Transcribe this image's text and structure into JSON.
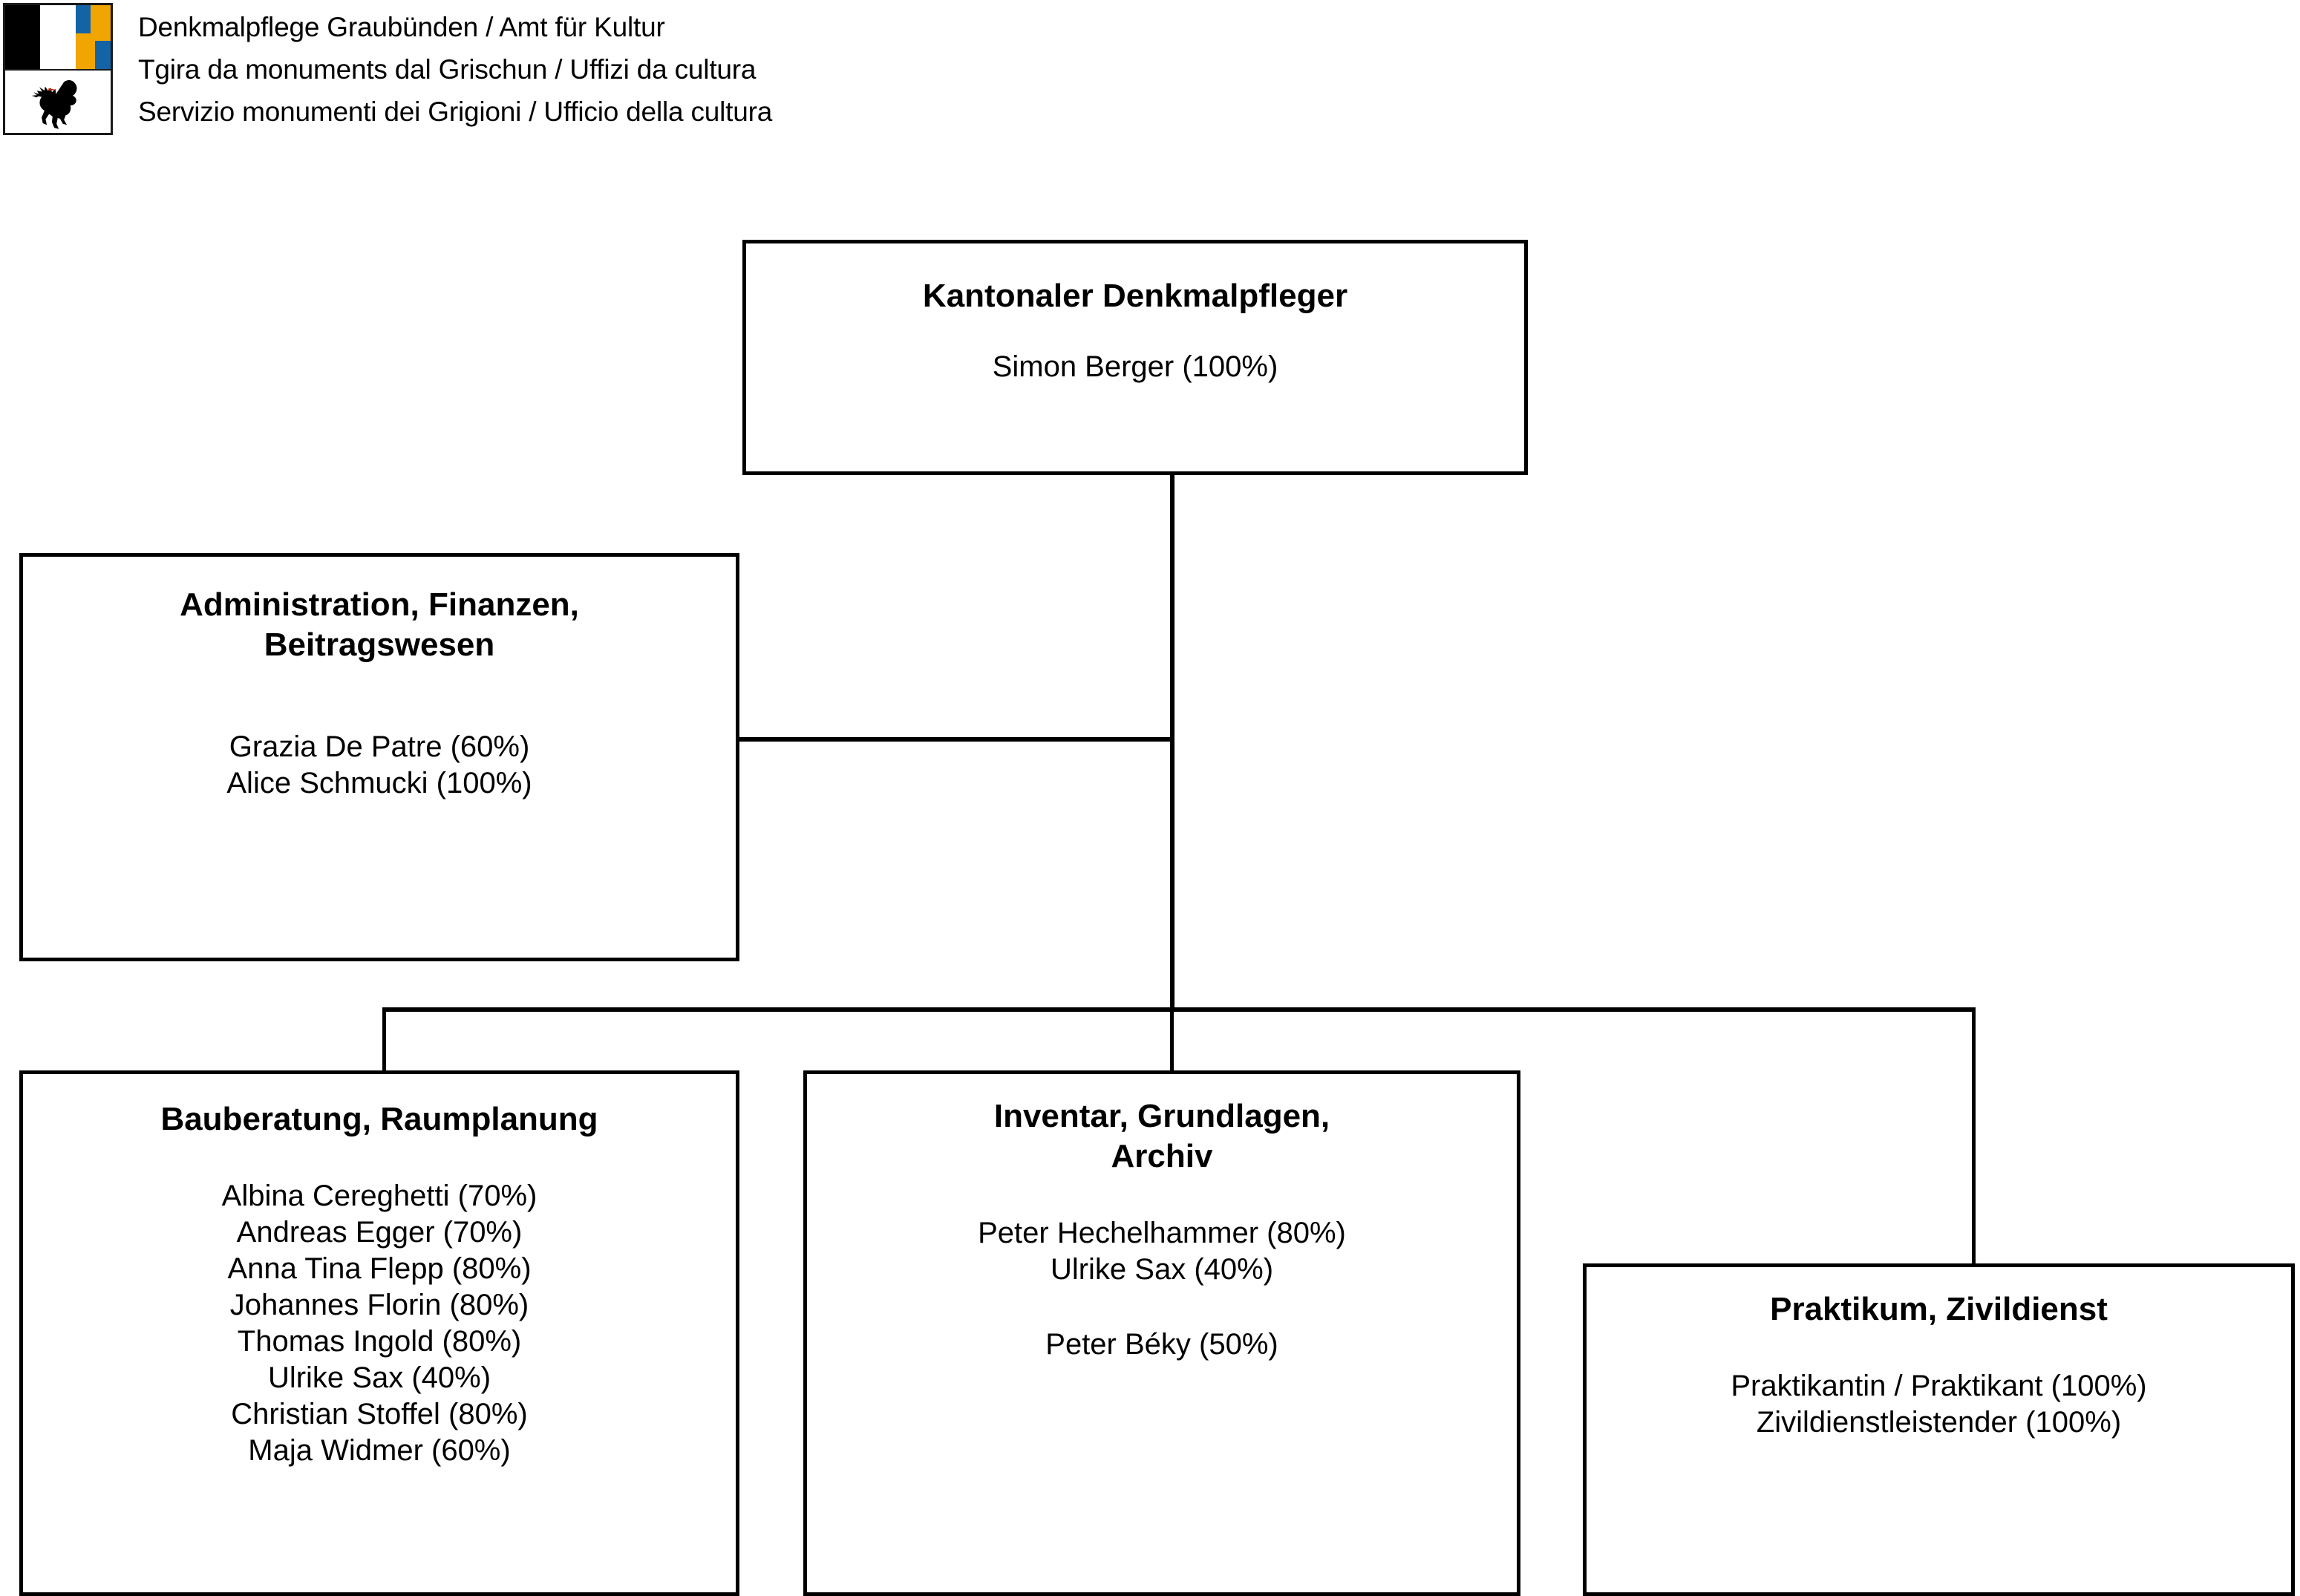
{
  "header": {
    "coat_of_arms_alt": "Wappen Kanton Graubünden",
    "lines": [
      "Denkmalpflege Graubünden / Amt für Kultur",
      "Tgira da monuments dal Grischun / Uffizi da cultura",
      "Servizio monumenti dei Grigioni / Ufficio della cultura"
    ]
  },
  "colors": {
    "line": "#000000",
    "background": "#ffffff",
    "arms_blue": "#1464a5",
    "arms_gold": "#f0a500",
    "arms_black": "#000000",
    "arms_white": "#ffffff"
  },
  "org": {
    "chief": {
      "title": "Kantonaler Denkmalpfleger",
      "people": "Simon Berger (100%)"
    },
    "administration": {
      "title": "Administration, Finanzen,\nBeitragswesen",
      "people": "Grazia De Patre (60%)\nAlice Schmucki (100%)"
    },
    "bauberatung": {
      "title": "Bauberatung, Raumplanung",
      "people": "Albina Cereghetti (70%)\nAndreas Egger (70%)\nAnna Tina Flepp (80%)\nJohannes Florin (80%)\nThomas Ingold (80%)\nUlrike Sax (40%)\nChristian Stoffel (80%)\nMaja Widmer (60%)"
    },
    "inventar": {
      "title": "Inventar, Grundlagen,\nArchiv",
      "people": "Peter Hechelhammer (80%)\nUlrike Sax (40%)",
      "people_secondary": "Peter Béky (50%)"
    },
    "praktikum": {
      "title": "Praktikum, Zivildienst",
      "people": "Praktikantin / Praktikant (100%)\nZivildienstleistender (100%)"
    }
  }
}
